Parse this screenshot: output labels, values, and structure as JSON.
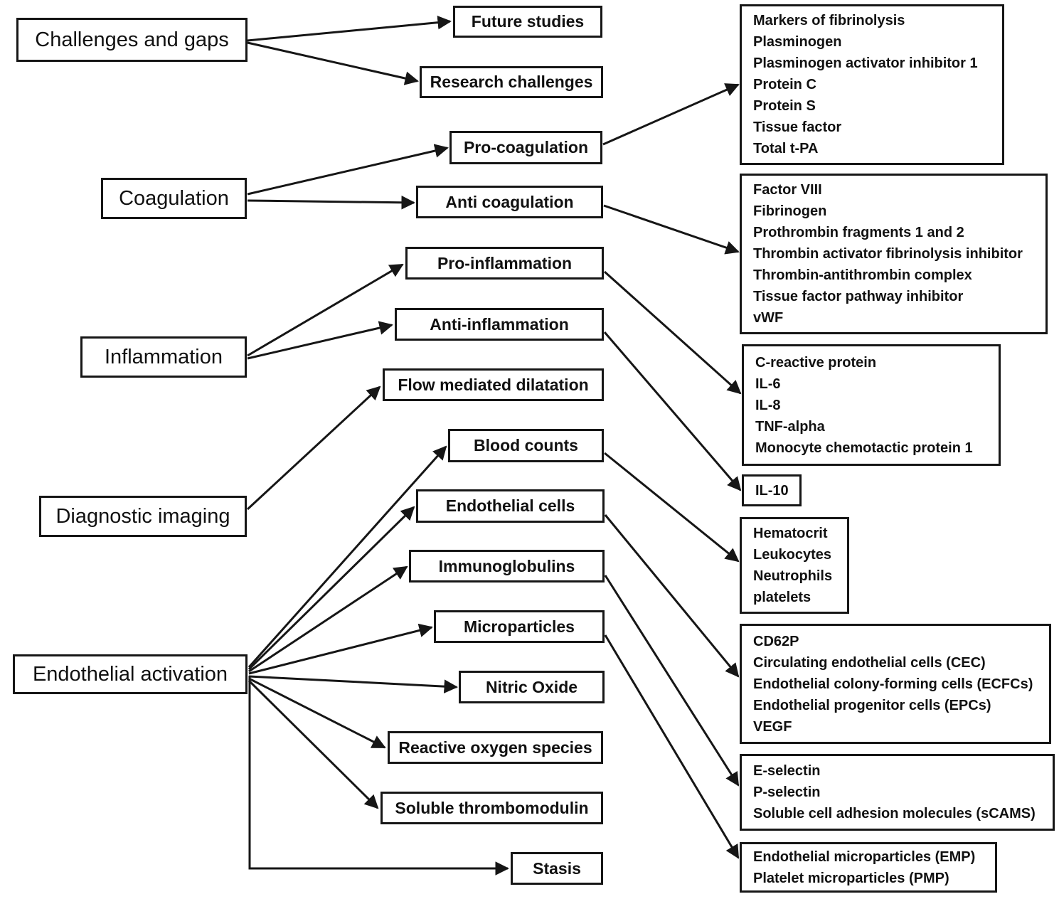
{
  "figure": {
    "background": "#ffffff",
    "line_color": "#161616",
    "categories": [
      {
        "id": "challenges-and-gaps",
        "label": "Challenges and gaps"
      },
      {
        "id": "coagulation",
        "label": "Coagulation"
      },
      {
        "id": "inflammation",
        "label": "Inflammation"
      },
      {
        "id": "diagnostic-imaging",
        "label": "Diagnostic imaging"
      },
      {
        "id": "endothelial-activation",
        "label": "Endothelial activation"
      }
    ],
    "subcategories": [
      {
        "id": "future-studies",
        "label": "Future studies"
      },
      {
        "id": "research-challenges",
        "label": "Research challenges"
      },
      {
        "id": "pro-coagulation",
        "label": "Pro-coagulation"
      },
      {
        "id": "anti-coagulation",
        "label": "Anti coagulation"
      },
      {
        "id": "pro-inflammation",
        "label": "Pro-inflammation"
      },
      {
        "id": "anti-inflammation",
        "label": "Anti-inflammation"
      },
      {
        "id": "flow-mediated-dilatation",
        "label": "Flow mediated dilatation"
      },
      {
        "id": "blood-counts",
        "label": "Blood counts"
      },
      {
        "id": "endothelial-cells",
        "label": "Endothelial cells"
      },
      {
        "id": "immunoglobulins",
        "label": "Immunoglobulins"
      },
      {
        "id": "microparticles",
        "label": "Microparticles"
      },
      {
        "id": "nitric-oxide",
        "label": "Nitric Oxide"
      },
      {
        "id": "reactive-oxygen-species",
        "label": "Reactive oxygen species"
      },
      {
        "id": "soluble-thrombomodulin",
        "label": "Soluble thrombomodulin"
      },
      {
        "id": "stasis",
        "label": "Stasis"
      }
    ],
    "marker_lists": [
      {
        "id": "fibrinolysis-markers",
        "lines": [
          "Markers of fibrinolysis",
          "Plasminogen",
          "Plasminogen activator inhibitor 1",
          "Protein C",
          "Protein S",
          "Tissue factor",
          "Total t-PA"
        ]
      },
      {
        "id": "anticoagulation-markers",
        "lines": [
          "Factor VIII",
          "Fibrinogen",
          "Prothrombin fragments 1 and 2",
          "Thrombin activator fibrinolysis inhibitor",
          "Thrombin-antithrombin complex",
          "Tissue factor pathway inhibitor",
          "vWF"
        ]
      },
      {
        "id": "pro-inflammation-markers",
        "lines": [
          "C-reactive protein",
          "IL-6",
          "IL-8",
          "TNF-alpha",
          "Monocyte chemotactic protein 1"
        ]
      },
      {
        "id": "anti-inflammation-markers",
        "lines": [
          "IL-10"
        ]
      },
      {
        "id": "blood-count-markers",
        "lines": [
          "Hematocrit",
          "Leukocytes",
          "Neutrophils",
          "platelets"
        ]
      },
      {
        "id": "endothelial-cell-markers",
        "lines": [
          "CD62P",
          "Circulating endothelial cells (CEC)",
          "Endothelial colony-forming cells (ECFCs)",
          "Endothelial progenitor cells (EPCs)",
          "VEGF"
        ]
      },
      {
        "id": "adhesion-molecule-markers",
        "lines": [
          "E-selectin",
          "P-selectin",
          "Soluble cell adhesion molecules (sCAMS)"
        ]
      },
      {
        "id": "microparticle-markers",
        "lines": [
          "Endothelial microparticles (EMP)",
          "Platelet microparticles (PMP)"
        ]
      }
    ],
    "edges": [
      {
        "from": "challenges-and-gaps",
        "to": "future-studies"
      },
      {
        "from": "challenges-and-gaps",
        "to": "research-challenges"
      },
      {
        "from": "coagulation",
        "to": "pro-coagulation"
      },
      {
        "from": "coagulation",
        "to": "anti-coagulation"
      },
      {
        "from": "inflammation",
        "to": "pro-inflammation"
      },
      {
        "from": "inflammation",
        "to": "anti-inflammation"
      },
      {
        "from": "diagnostic-imaging",
        "to": "flow-mediated-dilatation"
      },
      {
        "from": "endothelial-activation",
        "to": "blood-counts"
      },
      {
        "from": "endothelial-activation",
        "to": "endothelial-cells"
      },
      {
        "from": "endothelial-activation",
        "to": "immunoglobulins"
      },
      {
        "from": "endothelial-activation",
        "to": "microparticles"
      },
      {
        "from": "endothelial-activation",
        "to": "nitric-oxide"
      },
      {
        "from": "endothelial-activation",
        "to": "reactive-oxygen-species"
      },
      {
        "from": "endothelial-activation",
        "to": "soluble-thrombomodulin"
      },
      {
        "from": "endothelial-activation",
        "to": "stasis"
      },
      {
        "from": "pro-coagulation",
        "to": "fibrinolysis-markers"
      },
      {
        "from": "anti-coagulation",
        "to": "anticoagulation-markers"
      },
      {
        "from": "pro-inflammation",
        "to": "pro-inflammation-markers"
      },
      {
        "from": "anti-inflammation",
        "to": "anti-inflammation-markers"
      },
      {
        "from": "blood-counts",
        "to": "blood-count-markers"
      },
      {
        "from": "endothelial-cells",
        "to": "endothelial-cell-markers"
      },
      {
        "from": "immunoglobulins",
        "to": "adhesion-molecule-markers"
      },
      {
        "from": "microparticles",
        "to": "microparticle-markers"
      }
    ]
  }
}
